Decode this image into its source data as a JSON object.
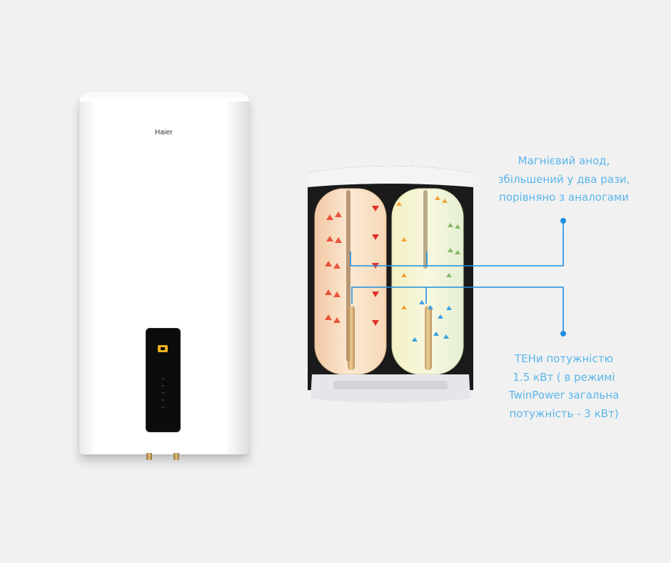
{
  "heater": {
    "brand": "Haier"
  },
  "callouts": {
    "anode": {
      "lines": [
        "Магнієвий анод,",
        "збільшений у два рази,",
        "порівняно з аналогами"
      ]
    },
    "heaters": {
      "lines": [
        "ТЕНи потужністю",
        "1.5 кВт ( в режимі",
        "TwinPower загальна",
        "потужність - 3 кВт)"
      ]
    }
  },
  "colors": {
    "callout_text": "#5bb6ea",
    "callout_line": "#1e8ee0",
    "hot_arrows": "#e8543a",
    "warm_arrows": "#f2a43a",
    "cold_arrows": "#3aa0e0",
    "background": "#f1f1f1"
  }
}
